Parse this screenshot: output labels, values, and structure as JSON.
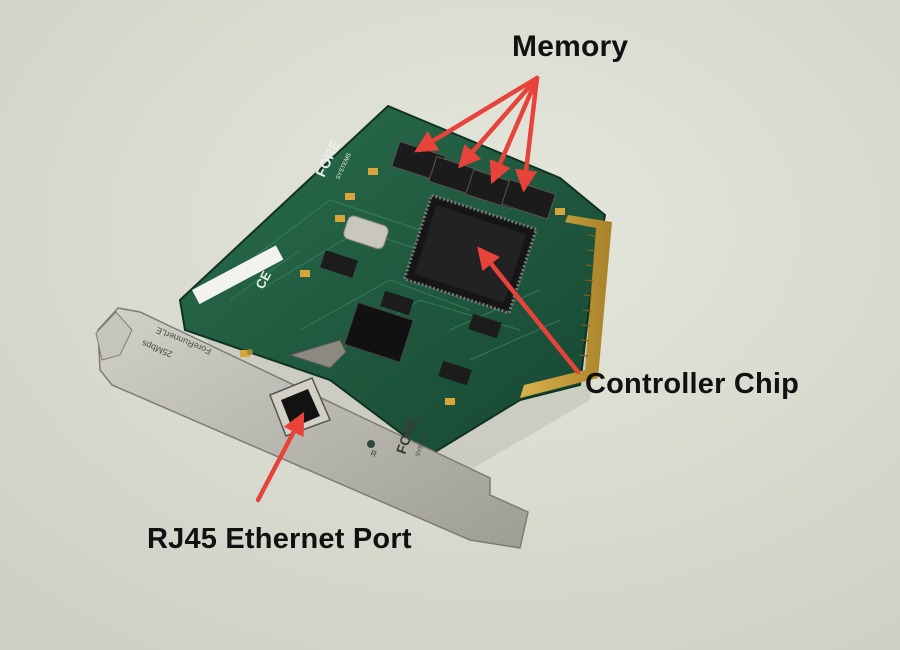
{
  "labels": {
    "memory": "Memory",
    "controller_chip": "Controller Chip",
    "rj45_port": "RJ45 Ethernet Port"
  },
  "board_markings": {
    "brand_top": "FORE",
    "brand_top_sub": "SYSTEMS",
    "brand_bracket": "FORE",
    "brand_bracket_sub": "SYSTEMS",
    "model_text": "ForeRunnerLE",
    "speed_text": "25Mbps",
    "ce_mark": "CE",
    "bracket_r": "R"
  },
  "colors": {
    "background": "#d9dbd0",
    "pcb": "#1f5a3f",
    "bracket": "#b9b8b0",
    "arrow": "#e8433a",
    "label_text": "#111111"
  }
}
